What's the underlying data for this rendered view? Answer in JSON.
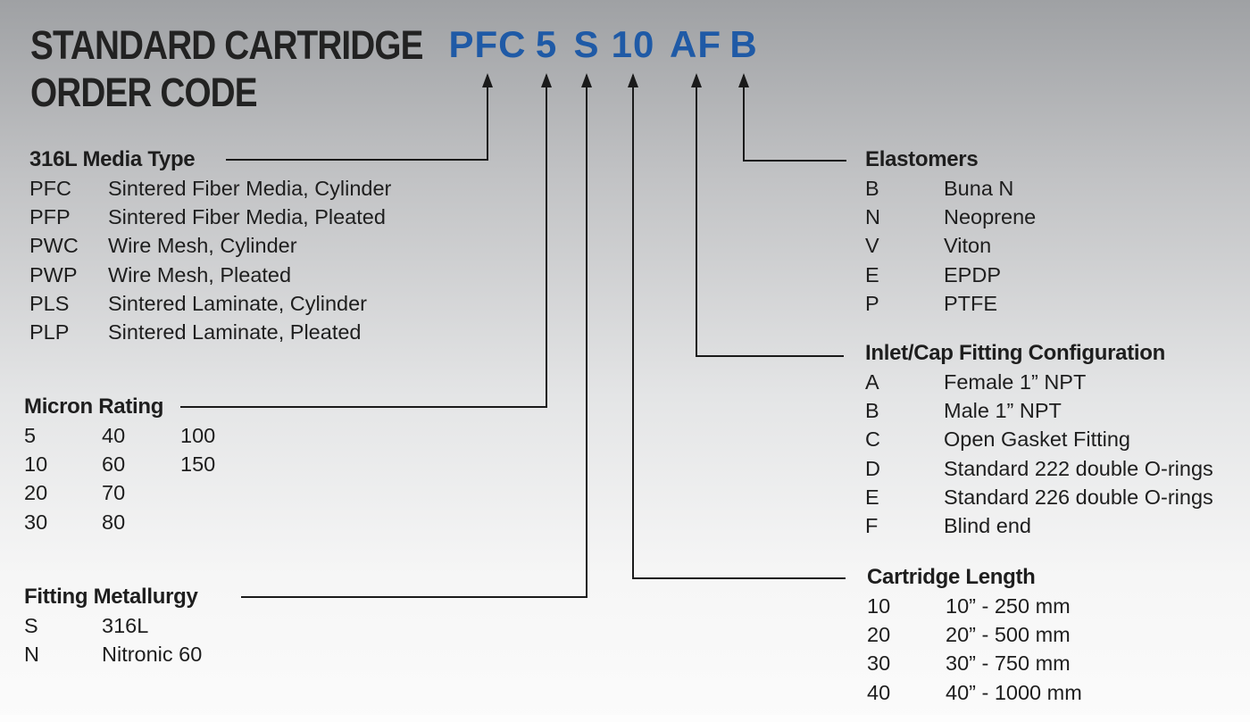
{
  "title": {
    "line1": "STANDARD CARTRIDGE",
    "line2": "ORDER CODE"
  },
  "code": {
    "media": "PFC",
    "micron": "5",
    "metallurgy": "S",
    "length": "10",
    "fitting": "AF",
    "elastomer": "B"
  },
  "media_type": {
    "title": "316L Media Type",
    "rows": [
      {
        "code": "PFC",
        "desc": "Sintered Fiber Media, Cylinder"
      },
      {
        "code": "PFP",
        "desc": "Sintered Fiber Media, Pleated"
      },
      {
        "code": "PWC",
        "desc": "Wire Mesh, Cylinder"
      },
      {
        "code": "PWP",
        "desc": "Wire Mesh, Pleated"
      },
      {
        "code": "PLS",
        "desc": "Sintered Laminate, Cylinder"
      },
      {
        "code": "PLP",
        "desc": "Sintered Laminate, Pleated"
      }
    ]
  },
  "micron_rating": {
    "title": "Micron Rating",
    "rows": [
      [
        "5",
        "40",
        "100"
      ],
      [
        "10",
        "60",
        "150"
      ],
      [
        "20",
        "70",
        ""
      ],
      [
        "30",
        "80",
        ""
      ]
    ]
  },
  "fitting_metallurgy": {
    "title": "Fitting Metallurgy",
    "rows": [
      {
        "code": "S",
        "desc": "316L"
      },
      {
        "code": "N",
        "desc": "Nitronic 60"
      }
    ]
  },
  "elastomers": {
    "title": "Elastomers",
    "rows": [
      {
        "code": "B",
        "desc": "Buna N"
      },
      {
        "code": "N",
        "desc": "Neoprene"
      },
      {
        "code": "V",
        "desc": "Viton"
      },
      {
        "code": "E",
        "desc": "EPDP"
      },
      {
        "code": "P",
        "desc": "PTFE"
      }
    ]
  },
  "fitting_config": {
    "title": "Inlet/Cap Fitting Configuration",
    "rows": [
      {
        "code": "A",
        "desc": "Female 1” NPT"
      },
      {
        "code": "B",
        "desc": "Male 1” NPT"
      },
      {
        "code": "C",
        "desc": "Open Gasket Fitting"
      },
      {
        "code": "D",
        "desc": "Standard 222 double O-rings"
      },
      {
        "code": "E",
        "desc": "Standard 226 double O-rings"
      },
      {
        "code": "F",
        "desc": "Blind end"
      }
    ]
  },
  "cartridge_length": {
    "title": "Cartridge Length",
    "rows": [
      {
        "code": "10",
        "desc": "10” - 250 mm"
      },
      {
        "code": "20",
        "desc": "20” - 500 mm"
      },
      {
        "code": "30",
        "desc": "30” - 750 mm"
      },
      {
        "code": "40",
        "desc": "40” - 1000 mm"
      }
    ]
  },
  "colors": {
    "code_blue": "#1f5aa6",
    "text": "#1e1e1e",
    "line": "#1a1a1a"
  }
}
